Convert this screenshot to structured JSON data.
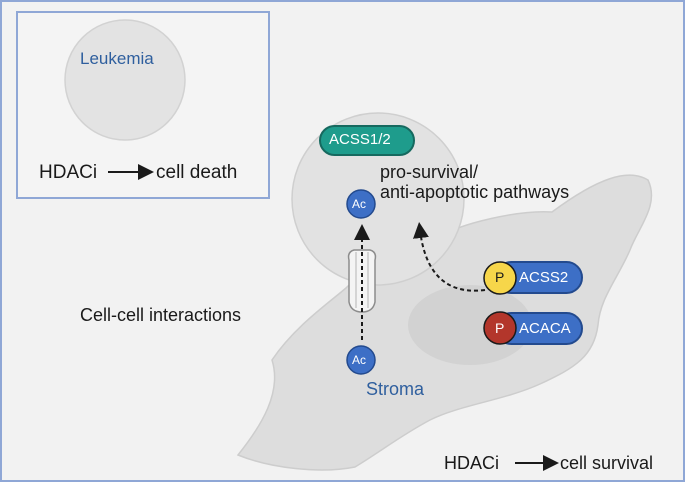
{
  "inset": {
    "cell_label": "Leukemia",
    "treatment": "HDACi",
    "outcome": "cell death"
  },
  "main": {
    "enzyme_top": "ACSS1/2",
    "pathways_line1": "pro-survival/",
    "pathways_line2": "anti-apoptotic pathways",
    "acetyl_label": "Ac",
    "phospho_label": "P",
    "enzyme_acss2": "ACSS2",
    "enzyme_acaca": "ACACA",
    "interaction_label": "Cell-cell interactions",
    "stroma_label": "Stroma",
    "treatment": "HDACi",
    "outcome": "cell survival"
  },
  "colors": {
    "frame": "#8fa7d6",
    "panel_bg": "#f2f2f2",
    "cell_fill": "#e2e2e2",
    "stroma_fill": "#dddddd",
    "teal_pill": "#1e9c8c",
    "blue_pill": "#3d6fc6",
    "phospho_yellow": "#f7d64a",
    "phospho_red": "#b3362b",
    "label_blue": "#2f5f9e"
  }
}
